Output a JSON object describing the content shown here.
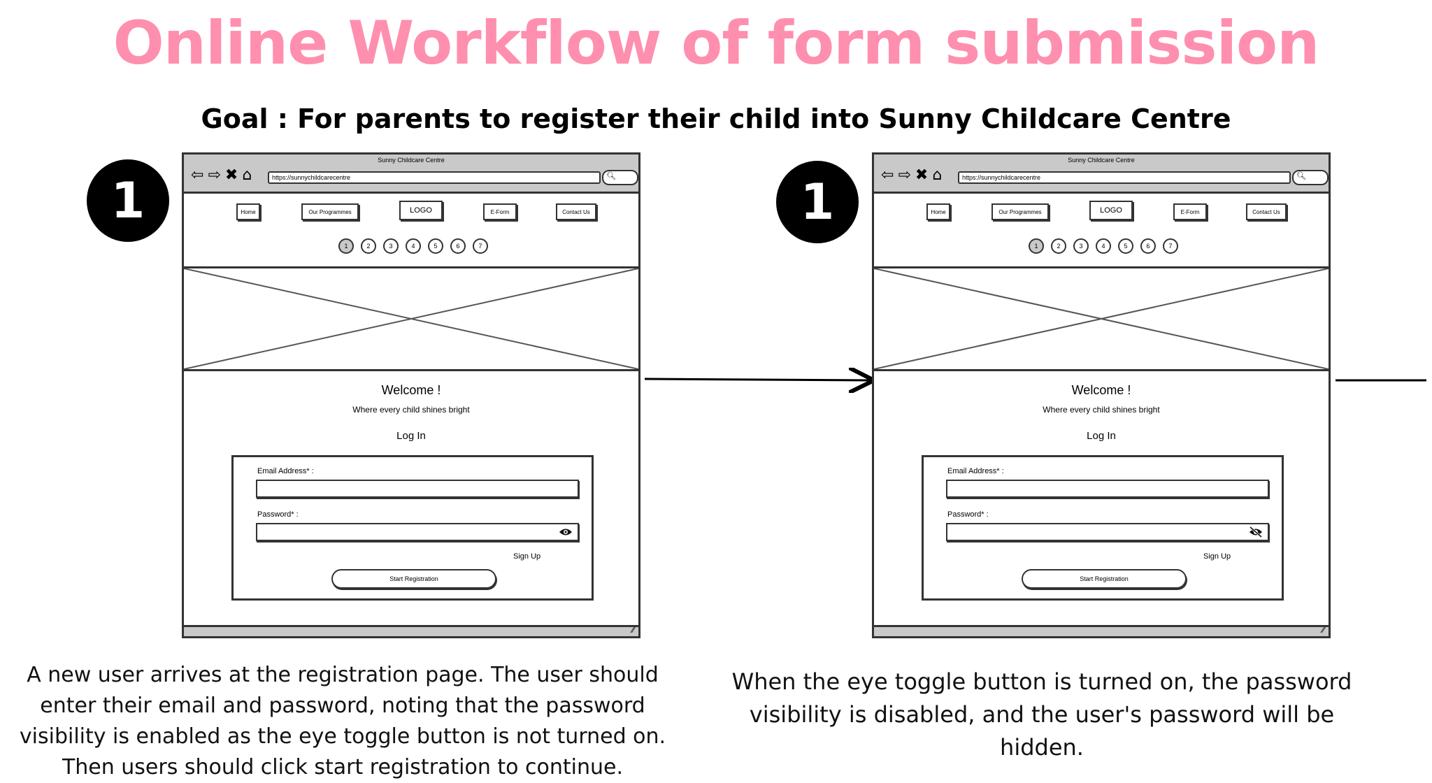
{
  "title": "Online Workflow of form submission",
  "goal": "Goal : For parents to register their child into Sunny Childcare Centre",
  "colors": {
    "title": "#ff8fae",
    "chrome": "#c9c9c9",
    "stroke": "#333333"
  },
  "panels": [
    {
      "step_number": "1",
      "window_title": "Sunny Childcare Centre",
      "url": "https://sunnychildcarecentre",
      "nav": {
        "home": "Home",
        "programmes": "Our Programmes",
        "logo": "LOGO",
        "eform": "E-Form",
        "contact": "Contact Us"
      },
      "steps": [
        "1",
        "2",
        "3",
        "4",
        "5",
        "6",
        "7"
      ],
      "welcome": "Welcome !",
      "tagline": "Where every child shines bright",
      "login": "Log In",
      "email_label": "Email Address* :",
      "password_label": "Password* :",
      "eye_icon": "eye-icon",
      "signup": "Sign Up",
      "start_button": "Start Registration",
      "description": "A new user arrives at the registration page. The user should enter their email and password, noting that the password visibility is enabled as the eye toggle button is not turned on. Then users should click start registration to continue."
    },
    {
      "step_number": "1",
      "window_title": "Sunny Childcare Centre",
      "url": "https://sunnychildcarecentre",
      "nav": {
        "home": "Home",
        "programmes": "Our Programmes",
        "logo": "LOGO",
        "eform": "E-Form",
        "contact": "Contact Us"
      },
      "steps": [
        "1",
        "2",
        "3",
        "4",
        "5",
        "6",
        "7"
      ],
      "welcome": "Welcome !",
      "tagline": "Where every child shines bright",
      "login": "Log In",
      "email_label": "Email Address* :",
      "password_label": "Password* :",
      "eye_icon": "eye-off-icon",
      "signup": "Sign Up",
      "start_button": "Start Registration",
      "description": "When the eye toggle button is turned on, the password visibility is disabled, and the user's password will be hidden."
    }
  ]
}
